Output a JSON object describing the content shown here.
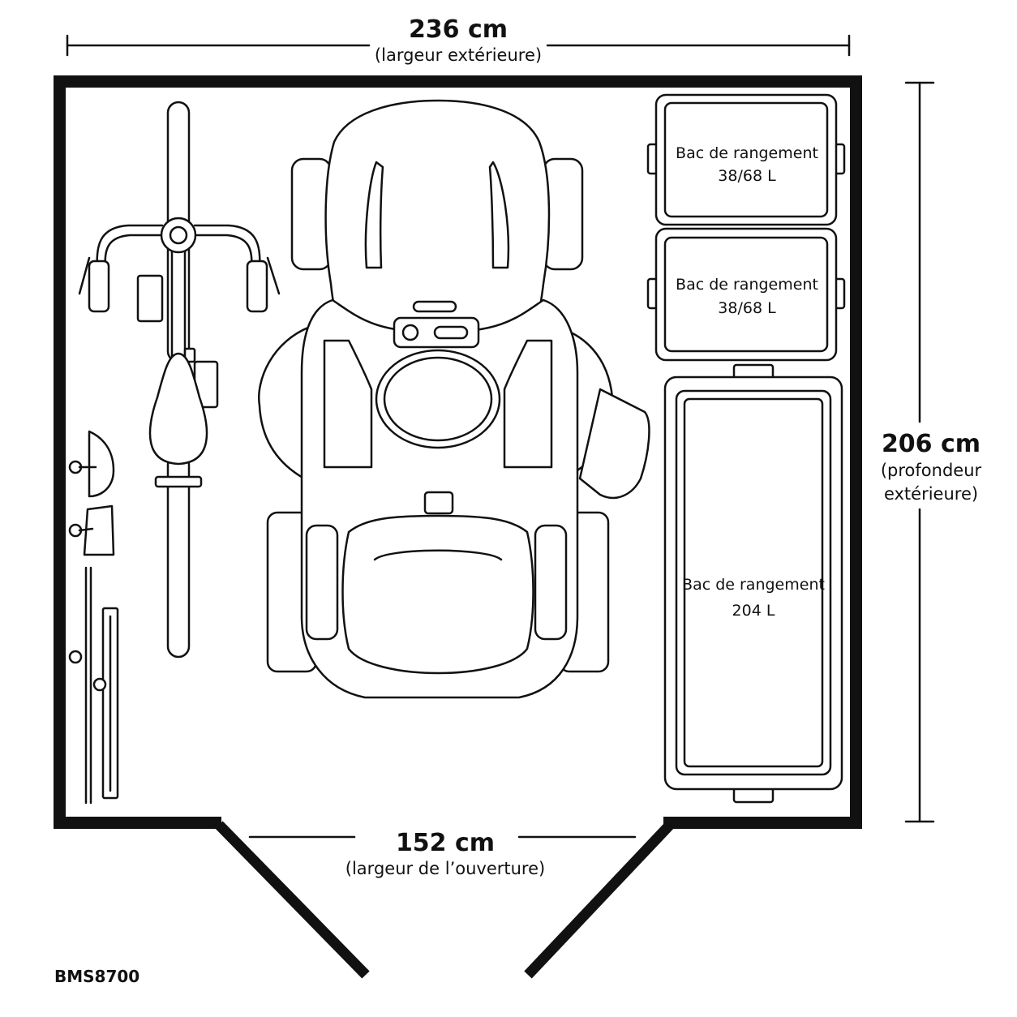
{
  "dimensions": {
    "width": {
      "value": "236 cm",
      "note": "(largeur extérieure)"
    },
    "depth": {
      "value": "206 cm",
      "note_line1": "(profondeur",
      "note_line2": "extérieure)"
    },
    "opening": {
      "value": "152 cm",
      "note": "(largeur de l’ouverture)"
    }
  },
  "storage_boxes": [
    {
      "label": "Bac de rangement",
      "capacity": "38/68 L"
    },
    {
      "label": "Bac de rangement",
      "capacity": "38/68 L"
    },
    {
      "label": "Bac de rangement",
      "capacity": "204 L"
    }
  ],
  "model_code": "BMS8700",
  "colors": {
    "stroke": "#111111",
    "background": "#ffffff"
  }
}
